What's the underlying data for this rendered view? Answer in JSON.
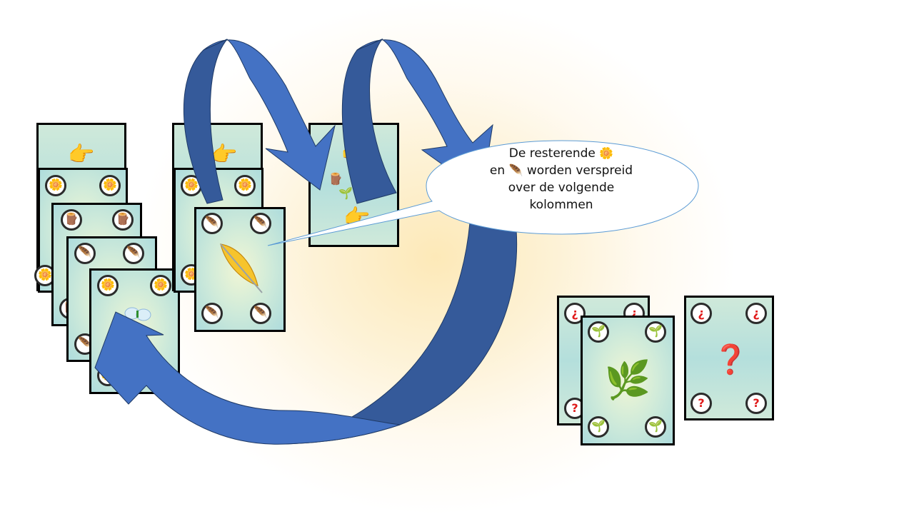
{
  "slide": {
    "background_accent": "#fde9b8",
    "arrow_color_light": "#4472c4",
    "arrow_color_dark": "#355a9a"
  },
  "icons": {
    "hand": "👉",
    "flower": "🌼",
    "stump": "🪵",
    "feather": "🪶",
    "sprout": "🌱",
    "grass": "🌿",
    "question": "?",
    "inverted_question": "¿",
    "big_question": "❓"
  },
  "callout": {
    "line1_text": "De resterende",
    "line1_icon": "🌼",
    "line2_prefix": "en",
    "line2_icon": "🪶",
    "line2_text": "worden verspreid",
    "line3": "over de volgende",
    "line4": "kolommen"
  },
  "columns": [
    {
      "name": "column-1",
      "cards": [
        "hand",
        "flower",
        "stump",
        "feather",
        "flower-butterfly"
      ]
    },
    {
      "name": "column-2",
      "cards": [
        "hand",
        "flower",
        "feather-golden"
      ]
    },
    {
      "name": "column-3",
      "cards": [
        "stump-sprout-hand"
      ]
    },
    {
      "name": "column-4",
      "cards": [
        "question",
        "sprout-grass"
      ]
    },
    {
      "name": "column-5",
      "cards": [
        "question-big"
      ]
    }
  ]
}
